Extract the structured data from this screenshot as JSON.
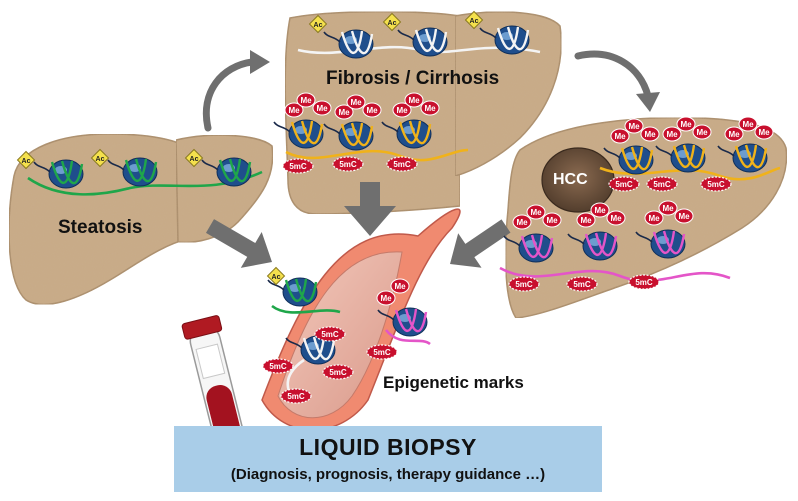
{
  "labels": {
    "steatosis": "Steatosis",
    "fibrosis": "Fibrosis / Cirrhosis",
    "hcc": "HCC",
    "epigenetic": "Epigenetic marks"
  },
  "marks": {
    "acetylation": "Ac",
    "methylation": "Me",
    "dna_methylation": "5mC"
  },
  "biopsy": {
    "title": "LIQUID BIOPSY",
    "subtitle": "(Diagnosis, prognosis, therapy guidance …)"
  },
  "colors": {
    "liver_fill": "#c9ab86",
    "liver_stroke": "#a88a66",
    "tumor_fill": "#6e5440",
    "arrow": "#6f6f6f",
    "nucleosome": "#1f4e8c",
    "histone_highlight": "#7fb0e0",
    "dna_steatosis": "#1fa64a",
    "dna_fibrosis": "#f0b21a",
    "dna_hcc": "#e455c8",
    "me_badge": "#c8102e",
    "ac_badge": "#f4e04d",
    "vessel_wall": "#f08a70",
    "vessel_lumen": "#e9b7a7",
    "blood": "#a3121f",
    "biopsy_box": "#a9cde8"
  },
  "icons": [
    "nucleosome-icon",
    "acetyl-badge-icon",
    "methyl-badge-icon",
    "dna-methylation-badge-icon",
    "blood-tube-icon",
    "blood-vessel-icon",
    "curved-arrow-icon",
    "block-arrow-icon"
  ]
}
